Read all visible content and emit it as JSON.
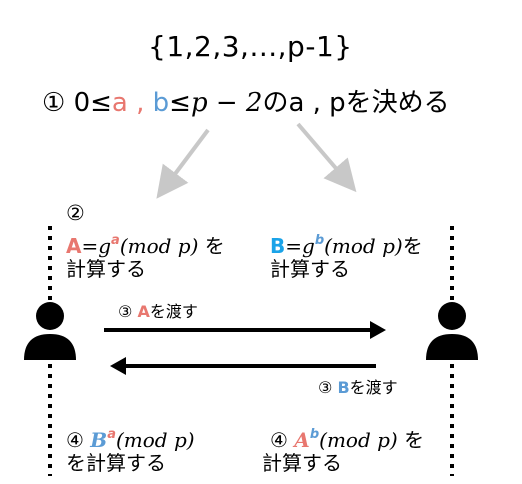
{
  "set": "{1,2,3,...,p-1}",
  "step1": {
    "num": "①",
    "zero_le": "0≤",
    "a": "a",
    "comma1": " , ",
    "b": "b",
    "le": "≤",
    "p_minus_2": "p − 2",
    "suffix": "のa , pを決める"
  },
  "step2": {
    "num": "②",
    "left_var": "A",
    "left_eq": "=g",
    "left_exp": "a",
    "left_mod": "(mod p)",
    "left_tail": " を",
    "left_line2": "計算する",
    "right_var": "B",
    "right_eq": "=g",
    "right_exp": "b",
    "right_mod": "(mod p)",
    "right_tail": "を",
    "right_line2": "計算する"
  },
  "step3": {
    "top_num": "③ ",
    "top_var": "A",
    "top_text": "を渡す",
    "bottom_num": "③ ",
    "bottom_var": "B",
    "bottom_text": "を渡す"
  },
  "step4": {
    "left_num": "④ ",
    "left_base": "B",
    "left_exp": "a",
    "left_mod": "(mod p)",
    "left_line2": "を計算する",
    "right_num": "④ ",
    "right_base": "A",
    "right_exp": "b",
    "right_mod": "(mod p)",
    "right_tail": " を",
    "right_line2": "計算する"
  },
  "colors": {
    "red": "#e8776f",
    "blue": "#5b9bd5",
    "arrow_gray": "#c8c8c8"
  }
}
